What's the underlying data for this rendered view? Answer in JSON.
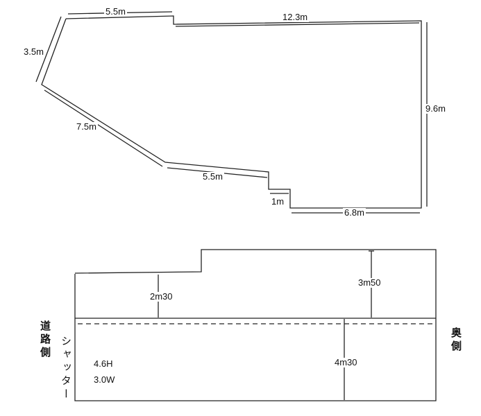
{
  "plan": {
    "dimensions": {
      "top_left": "5.5m",
      "top_right": "12.3m",
      "left_short": "3.5m",
      "left_diagonal": "7.5m",
      "bottom_middle": "5.5m",
      "step": "1m",
      "bottom_right": "6.8m",
      "right": "9.6m"
    }
  },
  "section": {
    "low_height": "2m30",
    "high_height": "3m50",
    "shutter_height": "4m30",
    "shutter_size_h": "4.6H",
    "shutter_size_w": "3.0W",
    "road_side": "道路側",
    "shutter_label": "シャッター",
    "back_side": "奥側"
  }
}
